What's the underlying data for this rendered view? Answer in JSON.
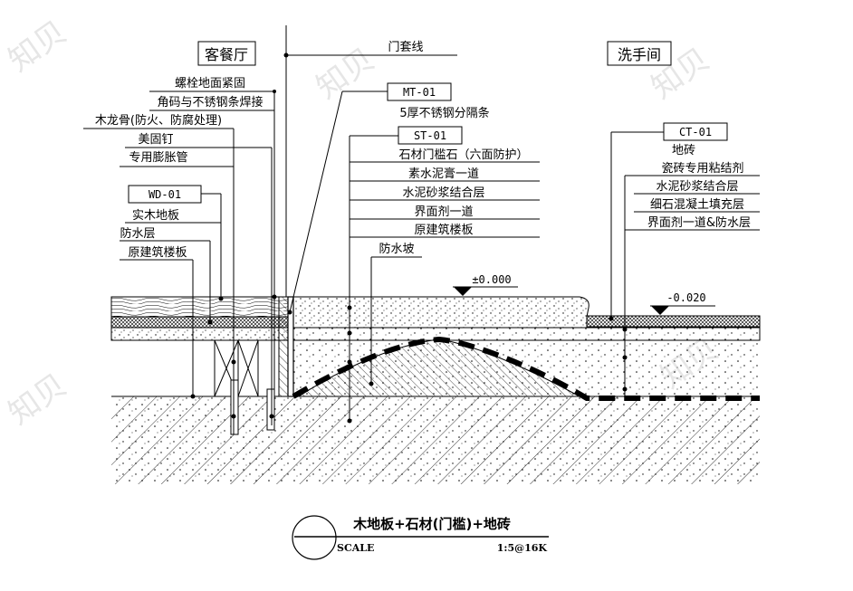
{
  "rooms": {
    "left": "客餐厅",
    "right": "洗手间"
  },
  "door_casing": "门套线",
  "left_callouts": [
    "螺栓地面紧固",
    "角码与不锈钢条焊接",
    "木龙骨(防火、防腐处理)",
    "美固钉",
    "专用膨胀管"
  ],
  "wd_tag": "WD-01",
  "wd_layers": [
    "实木地板",
    "防水层",
    "原建筑楼板"
  ],
  "mt_tag": "MT-01",
  "mt_desc": "5厚不锈钢分隔条",
  "st_tag": "ST-01",
  "st_layers": [
    "石材门槛石（六面防护）",
    "素水泥膏一道",
    "水泥砂浆结合层",
    "界面剂一道",
    "原建筑楼板"
  ],
  "waterproof_slope": "防水坡",
  "ct_tag": "CT-01",
  "ct_layers": [
    "地砖",
    "瓷砖专用粘结剂",
    "水泥砂浆结合层",
    "细石混凝土填充层",
    "界面剂一道&防水层"
  ],
  "levels": {
    "zero": "±0.000",
    "bath": "-0.020"
  },
  "title": "木地板+石材(门槛)+地砖",
  "scale_label": "SCALE",
  "scale_value": "1:5@16K",
  "watermark": "知贝"
}
